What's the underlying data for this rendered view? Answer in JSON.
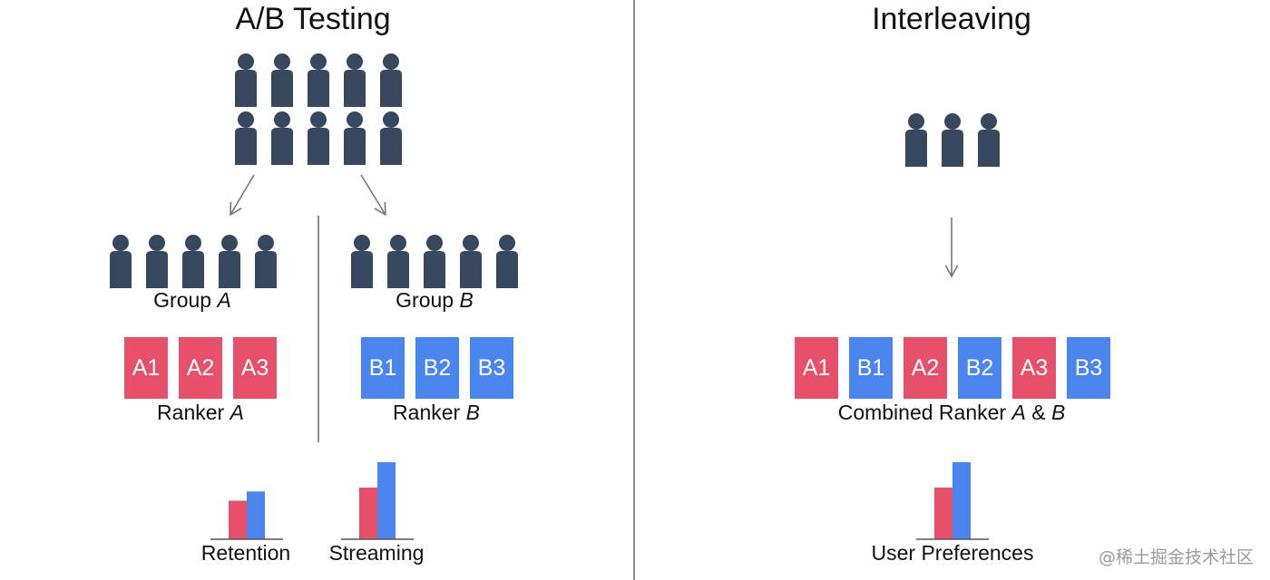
{
  "colors": {
    "person": "#36475e",
    "ranker_a": "#e6506b",
    "ranker_b": "#4a86ee",
    "arrow": "#777777"
  },
  "ab_testing": {
    "title": "A/B Testing",
    "population_count": 10,
    "group_a": {
      "label_prefix": "Group ",
      "label_var": "A",
      "member_count": 5,
      "ranker_prefix": "Ranker ",
      "ranker_var": "A",
      "items": [
        "A1",
        "A2",
        "A3"
      ]
    },
    "group_b": {
      "label_prefix": "Group ",
      "label_var": "B",
      "member_count": 5,
      "ranker_prefix": "Ranker ",
      "ranker_var": "B",
      "items": [
        "B1",
        "B2",
        "B3"
      ]
    },
    "metrics": [
      {
        "label": "Retention",
        "a_value": 0.5,
        "b_value": 0.62
      },
      {
        "label": "Streaming",
        "a_value": 0.67,
        "b_value": 1.0
      }
    ]
  },
  "interleaving": {
    "title": "Interleaving",
    "user_count": 3,
    "items": [
      {
        "label": "A1",
        "ranker": "a"
      },
      {
        "label": "B1",
        "ranker": "b"
      },
      {
        "label": "A2",
        "ranker": "a"
      },
      {
        "label": "B2",
        "ranker": "b"
      },
      {
        "label": "A3",
        "ranker": "a"
      },
      {
        "label": "B3",
        "ranker": "b"
      }
    ],
    "ranker_label": {
      "prefix": "Combined Ranker ",
      "var_a": "A",
      "amp": " & ",
      "var_b": "B"
    },
    "metric": {
      "label": "User Preferences",
      "a_value": 0.67,
      "b_value": 1.0
    }
  },
  "watermark": "@稀土掘金技术社区"
}
